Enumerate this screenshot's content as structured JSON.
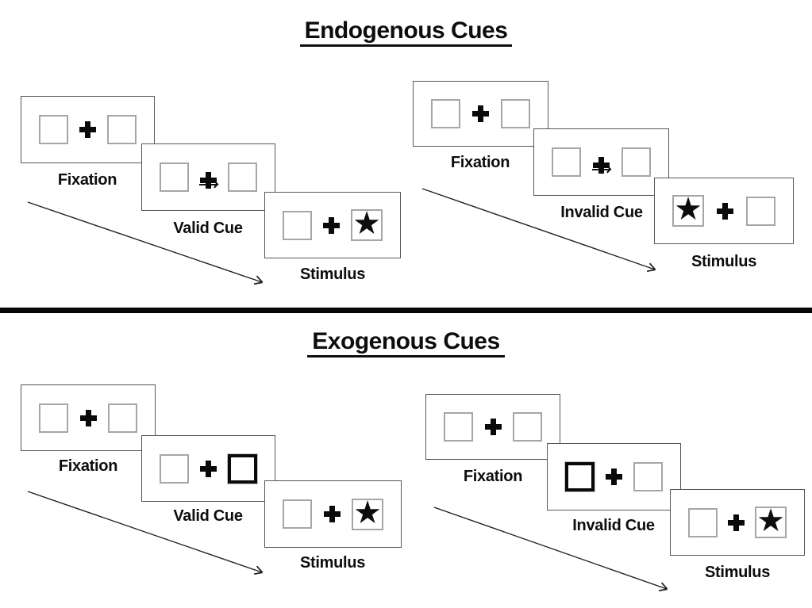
{
  "sections": [
    {
      "title": "Endogenous Cues",
      "sequences": [
        {
          "name": "valid-trial",
          "steps": [
            {
              "label": "Fixation",
              "left_box": "empty",
              "right_box": "empty",
              "cue": "none"
            },
            {
              "label": "Valid Cue",
              "left_box": "empty",
              "right_box": "empty",
              "cue": "arrow-pointing-right-above-fixation"
            },
            {
              "label": "Stimulus",
              "left_box": "empty",
              "right_box": "star",
              "cue": "none"
            }
          ]
        },
        {
          "name": "invalid-trial",
          "steps": [
            {
              "label": "Fixation",
              "left_box": "empty",
              "right_box": "empty",
              "cue": "none"
            },
            {
              "label": "Invalid Cue",
              "left_box": "empty",
              "right_box": "empty",
              "cue": "arrow-pointing-right-above-fixation"
            },
            {
              "label": "Stimulus",
              "left_box": "star",
              "right_box": "empty",
              "cue": "none"
            }
          ]
        }
      ]
    },
    {
      "title": "Exogenous Cues",
      "sequences": [
        {
          "name": "valid-trial",
          "steps": [
            {
              "label": "Fixation",
              "left_box": "empty",
              "right_box": "empty",
              "cue": "none"
            },
            {
              "label": "Valid Cue",
              "left_box": "empty",
              "right_box": "thick-outline",
              "cue": "right-box-highlighted"
            },
            {
              "label": "Stimulus",
              "left_box": "empty",
              "right_box": "star",
              "cue": "none"
            }
          ]
        },
        {
          "name": "invalid-trial",
          "steps": [
            {
              "label": "Fixation",
              "left_box": "empty",
              "right_box": "empty",
              "cue": "none"
            },
            {
              "label": "Invalid Cue",
              "left_box": "thick-outline",
              "right_box": "empty",
              "cue": "left-box-highlighted"
            },
            {
              "label": "Stimulus",
              "left_box": "empty",
              "right_box": "star",
              "cue": "none"
            }
          ]
        }
      ]
    }
  ],
  "glyphs": {
    "star": "★",
    "fixation_cross": "+",
    "cue_arrow": "→"
  },
  "colors": {
    "ink": "#0d0d0d",
    "panel_border": "#565656",
    "box_border": "#a6a6a6",
    "divider": "#060606",
    "background": "#ffffff"
  }
}
